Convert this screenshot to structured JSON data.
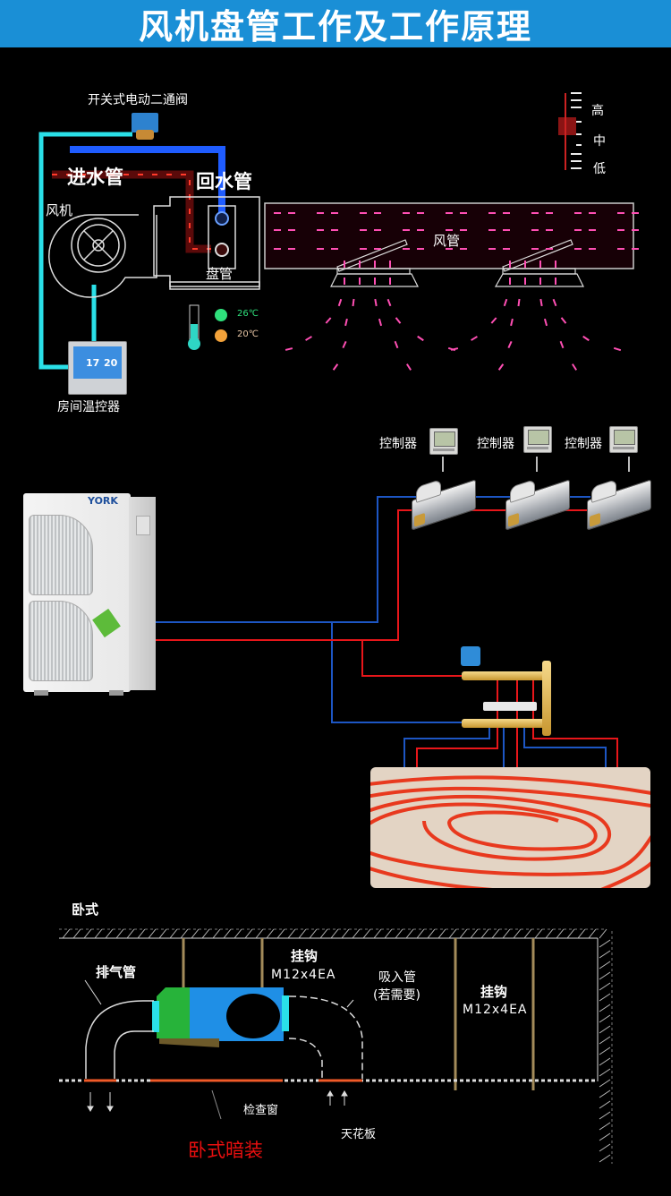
{
  "header": {
    "title": "风机盘管工作及工作原理"
  },
  "fan_coil_principle": {
    "labels": {
      "valve": "开关式电动二通阀",
      "supply_pipe": "进水管",
      "return_pipe": "回水管",
      "fan": "风机",
      "coil": "盘管",
      "duct": "风管",
      "thermostat": "房间温控器"
    },
    "speed_scale": {
      "high": "高",
      "medium": "中",
      "low": "低"
    },
    "temperature_legend": [
      {
        "value": "26℃",
        "color": "#2fe07c"
      },
      {
        "value": "20℃",
        "color": "#f3a23a"
      }
    ],
    "thermostat_display": {
      "room_temp": "17",
      "set_temp": "20"
    },
    "colors": {
      "supply": "#c8201e",
      "return": "#1f5cff",
      "control_wire": "#2ae0e8",
      "airflow": "#ff4fb4"
    }
  },
  "system_layout": {
    "outdoor_unit_brand": "YORK",
    "controllers": [
      {
        "label": "控制器"
      },
      {
        "label": "控制器"
      },
      {
        "label": "控制器"
      }
    ],
    "pipe_colors": {
      "supply": "#e8161a",
      "return": "#1d56c4"
    }
  },
  "installation": {
    "type_label": "卧式",
    "exhaust_pipe": "排气管",
    "hanger_1": {
      "label": "挂钩",
      "spec": "M12x4EA"
    },
    "intake_pipe": "吸入管",
    "intake_note": "(若需要)",
    "hanger_2": {
      "label": "挂钩",
      "spec": "M12x4EA"
    },
    "inspection_window": "检查窗",
    "ceiling": "天花板",
    "mount_caption": "卧式暗装"
  }
}
